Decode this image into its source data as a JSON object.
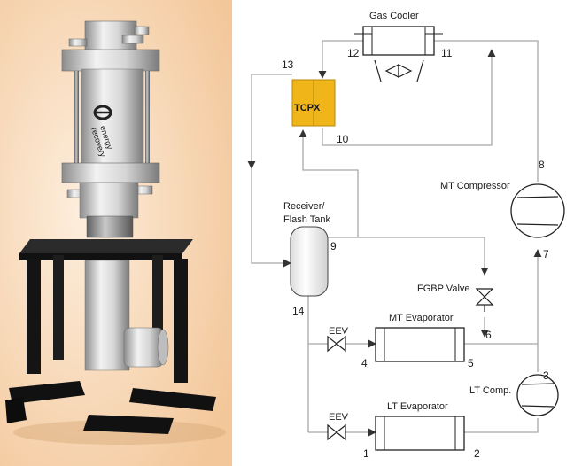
{
  "colors": {
    "photo_bg_light": "#fdeedd",
    "photo_bg_warm": "#f3c79a",
    "tcpx_fill": "#f0b619",
    "pipe": "#a8a8a8",
    "component_stroke": "#222222"
  },
  "diagram": {
    "components": {
      "gas_cooler": "Gas Cooler",
      "tcpx": "TCPX",
      "mt_compressor": "MT Compressor",
      "receiver_line1": "Receiver/",
      "receiver_line2": "Flash Tank",
      "fgbp_valve": "FGBP Valve",
      "mt_evaporator": "MT Evaporator",
      "lt_evaporator": "LT Evaporator",
      "lt_compressor": "LT Comp.",
      "eev_mt": "EEV",
      "eev_lt": "EEV"
    },
    "state_points": {
      "p1": "1",
      "p2": "2",
      "p3": "3",
      "p4": "4",
      "p5": "5",
      "p6": "6",
      "p7": "7",
      "p8": "8",
      "p9": "9",
      "p10": "10",
      "p11": "11",
      "p12": "12",
      "p13": "13",
      "p14": "14"
    },
    "logo_text": [
      "energy",
      "recovery"
    ]
  }
}
